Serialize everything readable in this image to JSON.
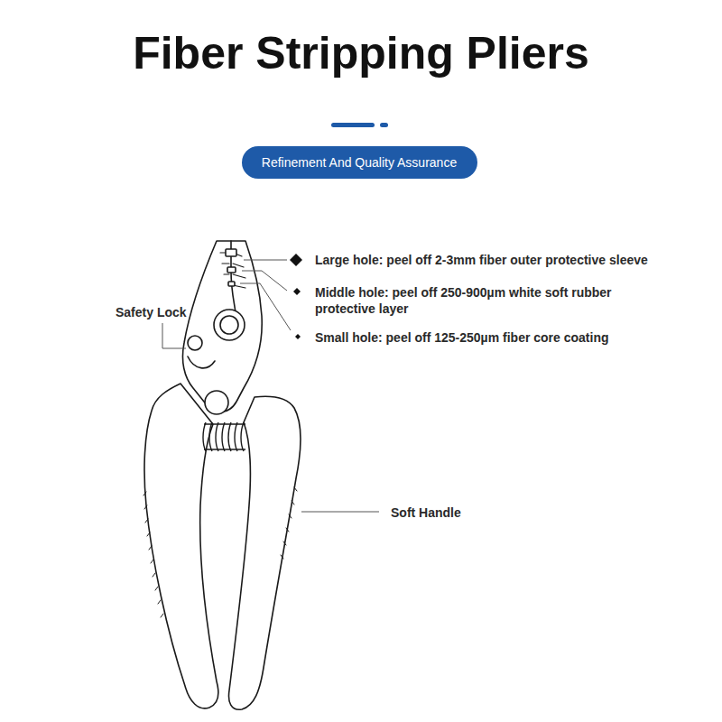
{
  "diagram": {
    "title": "Fiber Stripping Pliers",
    "nodes": [
      {
        "text": [
          "Refinement And Quality Assurance"
        ]
      }
    ],
    "labels": [
      "Large hole: peel off 2-3mm fiber outer protective sleeve",
      "Middle hole: peel off 250-900µm white soft rubber protective layer",
      "Small hole: peel off 125-250µm fiber core coating",
      "Safety Lock",
      "Soft Handle"
    ]
  }
}
